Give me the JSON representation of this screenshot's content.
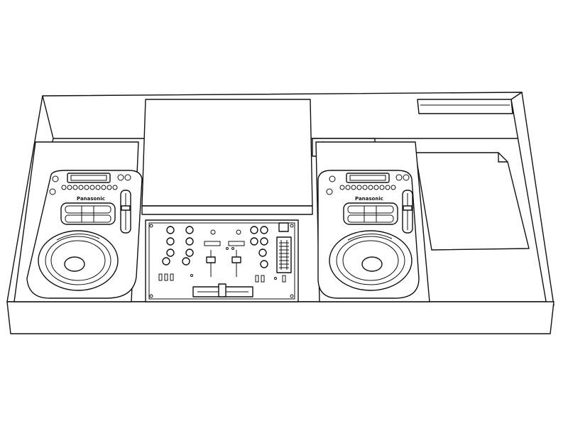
{
  "scene": {
    "subject": "line-drawing",
    "line_color": "#111111",
    "background_color": "#ffffff"
  },
  "deck_left": {
    "brand_label": "Panasonic"
  },
  "deck_right": {
    "brand_label": "Panasonic"
  },
  "mixer": {
    "channels": 2,
    "meter_segments": 10
  }
}
